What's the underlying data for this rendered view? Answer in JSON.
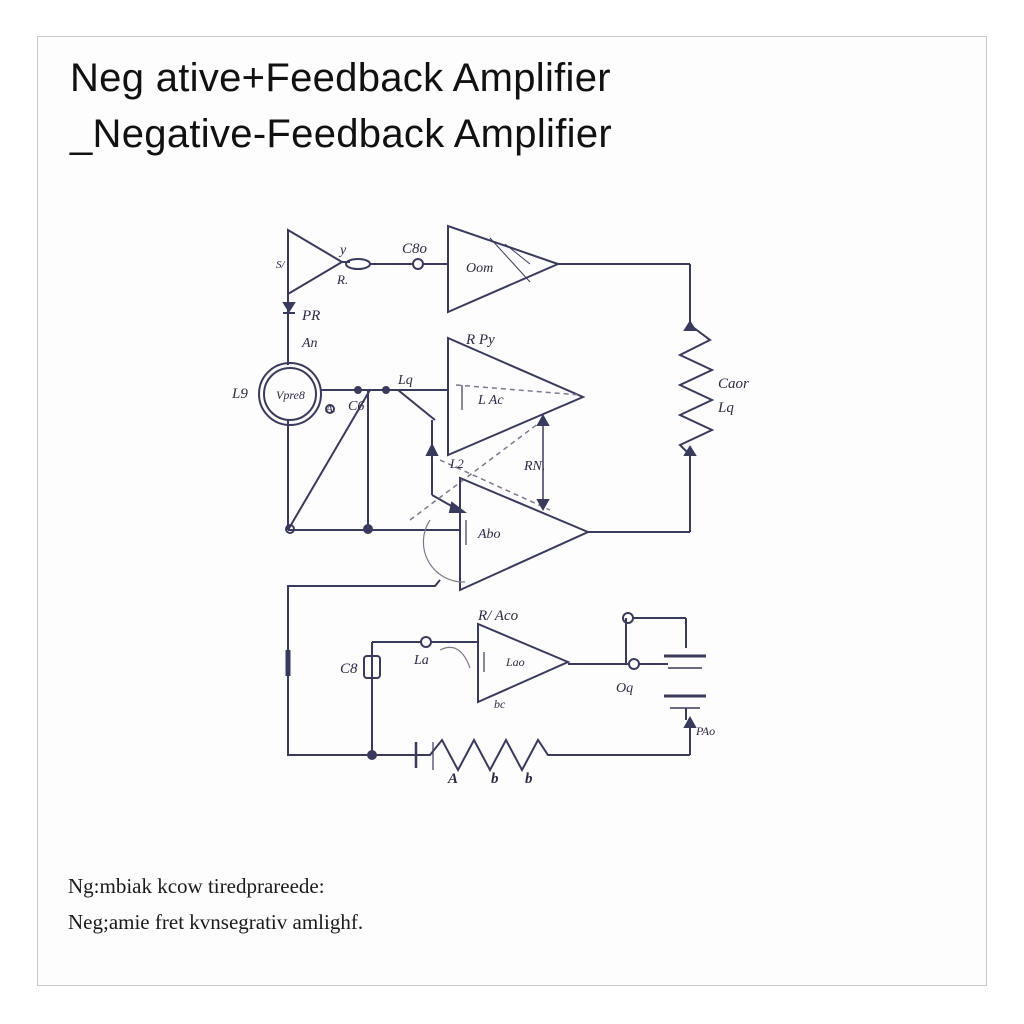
{
  "page": {
    "title_line1": "Neg ative+Feedback Amplifier",
    "title_line2": "_Negative-Feedback Amplifier",
    "caption_line1": "Ng:mbiak kcow tiredprareede:",
    "caption_line2": "Neg;amie fret kvnsegrativ amlighf."
  },
  "colors": {
    "wire": "#3a3a5c",
    "dashed": "#7a7a8c",
    "text": "#111111"
  },
  "labels": {
    "src_tiny": "S/",
    "src_y": "y",
    "src_r": "R.",
    "c_top": "C8o",
    "o_top": "Oom",
    "pr": "PR",
    "an": "An",
    "l9": "L9",
    "source_inner": "Vpre8",
    "a_small": "A.",
    "c6": "C6",
    "l_mid": "Lq",
    "rpy": "R Py",
    "amp2_inner": "L Ac",
    "car": "Caor",
    "lq_right": "Lq",
    "l_arrow": "L2",
    "rn": "RN.",
    "amp3_inner": "Abo",
    "rlaco": "R/ Aco",
    "c8_low": "C8",
    "l_low": "La",
    "amp4_inner": "Lao",
    "bc": "bc",
    "og": "Oq",
    "pao": "PAo",
    "res_a": "A",
    "res_b1": "b",
    "res_b2": "b"
  }
}
